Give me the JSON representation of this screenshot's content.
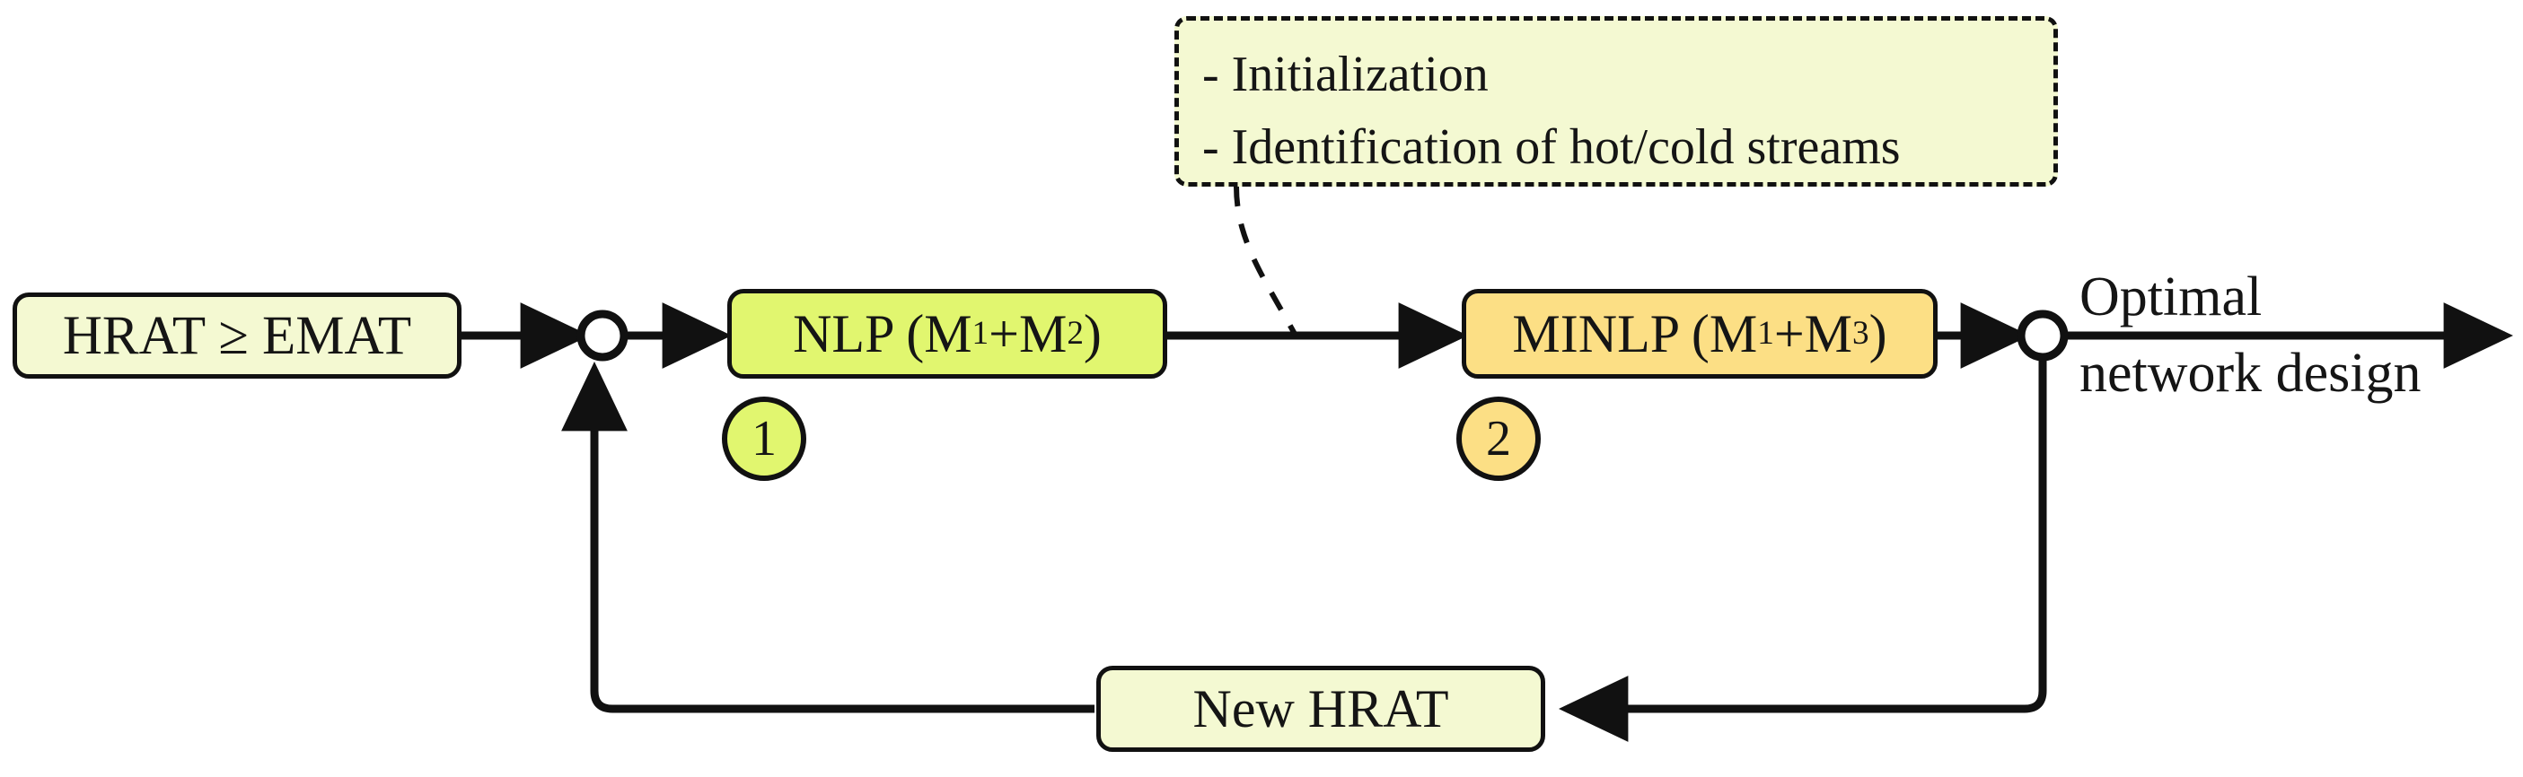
{
  "diagram": {
    "title": "HRAT/EMAT iterative NLP-MINLP heat exchanger network synthesis flowchart",
    "background_color": "#ffffff",
    "line_color": "#111111"
  },
  "nodes": {
    "start": {
      "id": "hrat-emat",
      "label": "HRAT ≥ EMAT",
      "fill": "#f4f9d2",
      "border": "#111111",
      "shape": "rounded-rect"
    },
    "nlp": {
      "id": "nlp-stage",
      "label_main": "NLP (M",
      "label_sub1": "1",
      "label_mid": "+M",
      "label_sub2": "2",
      "label_end": ")",
      "label_plain": "NLP (M1+M2)",
      "fill": "#e1f66f",
      "border": "#111111",
      "shape": "rounded-rect"
    },
    "minlp": {
      "id": "minlp-stage",
      "label_main": "MINLP (M",
      "label_sub1": "1",
      "label_mid": "+M",
      "label_sub2": "3",
      "label_end": ")",
      "label_plain": "MINLP (M1+M3)",
      "fill": "#fcdf85",
      "border": "#111111",
      "shape": "rounded-rect"
    },
    "new_hrat": {
      "id": "new-hrat",
      "label": "New HRAT",
      "fill": "#f4f9d2",
      "border": "#111111",
      "shape": "rounded-rect"
    }
  },
  "badges": [
    {
      "number": "1",
      "fill": "#e1f66f",
      "attached_to": "nlp-stage"
    },
    {
      "number": "2",
      "fill": "#fcdf85",
      "attached_to": "minlp-stage"
    }
  ],
  "callout": {
    "style": "dashed-rounded-rect",
    "fill": "#f4f9d2",
    "border": "#111111",
    "leader": "dashed-curve",
    "points_to": "arrow between NLP and MINLP",
    "lines": [
      "- Initialization",
      "- Identification of hot/cold streams"
    ]
  },
  "output": {
    "line1": "Optimal",
    "line2": "network design"
  },
  "junctions": [
    {
      "id": "summing-junction-left",
      "fill": "#ffffff",
      "stroke": "#111111"
    },
    {
      "id": "split-junction-right",
      "fill": "#ffffff",
      "stroke": "#111111"
    }
  ],
  "edges": [
    {
      "from": "hrat-emat",
      "to": "summing-junction-left",
      "arrow": true
    },
    {
      "from": "summing-junction-left",
      "to": "nlp-stage",
      "arrow": true
    },
    {
      "from": "nlp-stage",
      "to": "minlp-stage",
      "arrow": true
    },
    {
      "from": "minlp-stage",
      "to": "split-junction-right",
      "arrow": true
    },
    {
      "from": "split-junction-right",
      "to": "output",
      "arrow": true
    },
    {
      "from": "split-junction-right",
      "to": "new-hrat",
      "arrow": true,
      "path": "down-then-left"
    },
    {
      "from": "new-hrat",
      "to": "summing-junction-left",
      "arrow": true,
      "path": "left-then-up"
    }
  ]
}
